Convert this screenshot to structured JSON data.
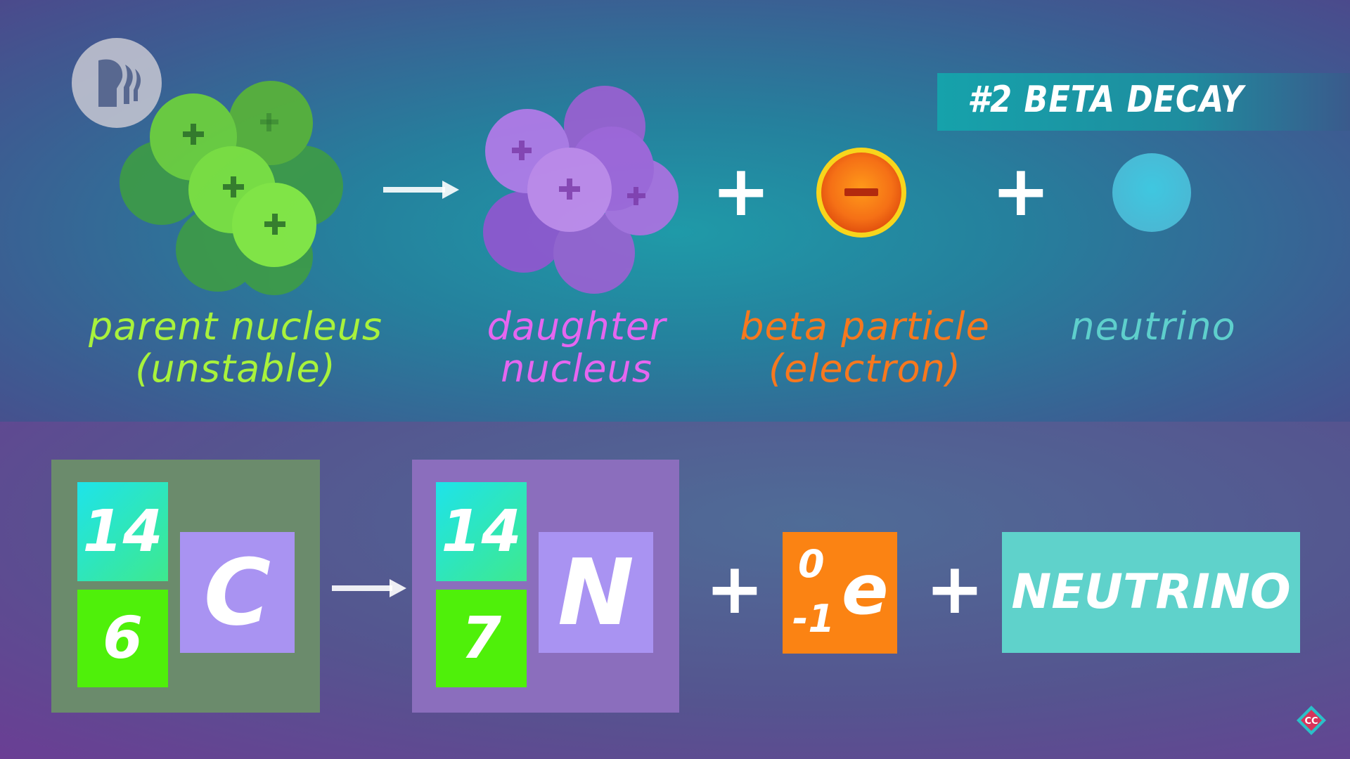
{
  "title": "#2 BETA DECAY",
  "labels": {
    "parent_line1": "parent nucleus",
    "parent_line2": "(unstable)",
    "daughter_line1": "daughter",
    "daughter_line2": "nucleus",
    "beta_line1": "beta particle",
    "beta_line2": "(electron)",
    "neutrino": "neutrino"
  },
  "operators": {
    "plus": "+",
    "minus": "−"
  },
  "equation": {
    "parent": {
      "mass_number": "14",
      "atomic_number": "6",
      "symbol": "C"
    },
    "daughter": {
      "mass_number": "14",
      "atomic_number": "7",
      "symbol": "N"
    },
    "electron": {
      "mass_number": "0",
      "charge": "-1",
      "symbol": "e"
    },
    "neutrino_label": "NEUTRINO"
  },
  "badge": "CC",
  "colors": {
    "parent": "#a8f23c",
    "daughter": "#e566f0",
    "beta": "#f7781e",
    "neutrino": "#5ecfcc",
    "mass_box": "#1ee3ea",
    "atomic_box": "#4ff00a",
    "symbol_box": "#a993f2",
    "electron_box": "#fb8313"
  },
  "icons": [
    "pbs-logo-icon",
    "arrow-right-icon",
    "proton-plus-icon",
    "electron-minus-icon",
    "cc-logo-icon"
  ]
}
